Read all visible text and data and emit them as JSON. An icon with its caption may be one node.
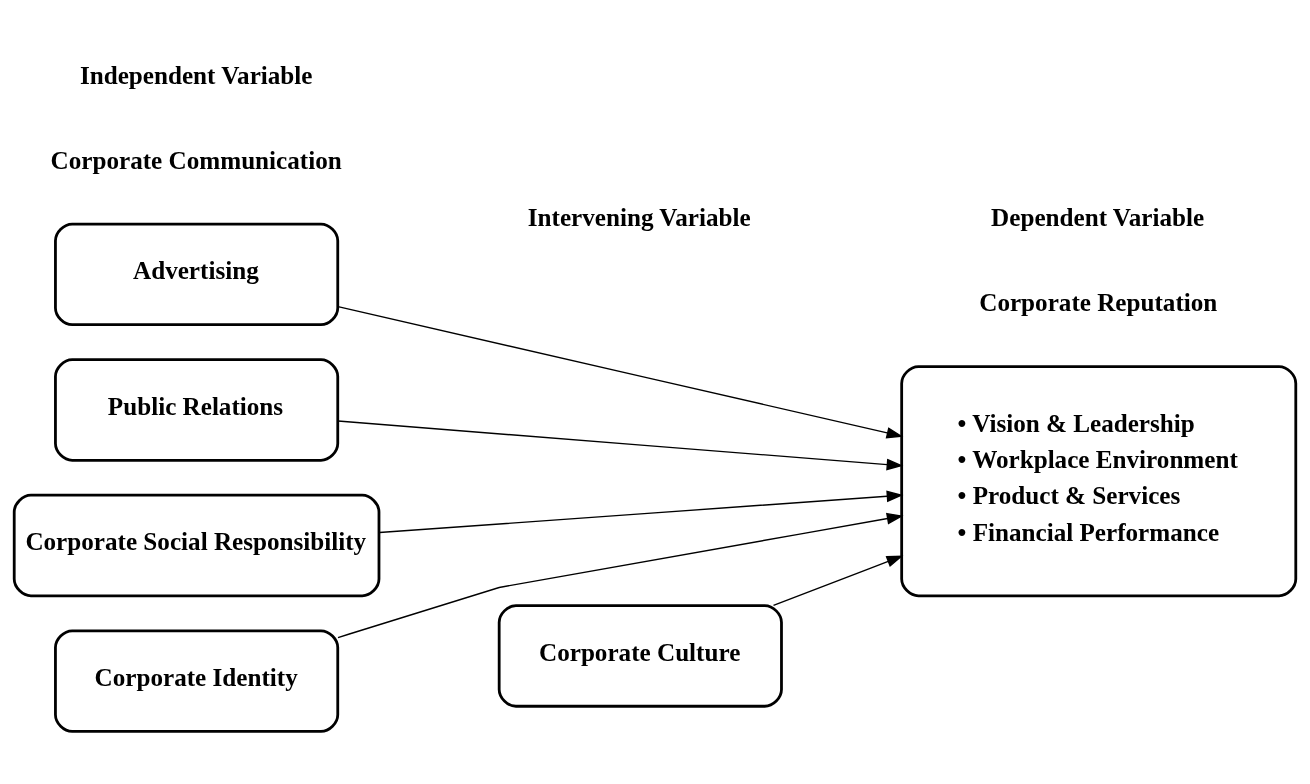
{
  "diagram": {
    "nodes": [
      {
        "text": [
          "Advertising"
        ]
      },
      {
        "text": [
          "Public Relations"
        ]
      },
      {
        "text": [
          "Corporate Social Responsibility"
        ]
      },
      {
        "text": [
          "Corporate Identity"
        ]
      },
      {
        "text": [
          "Corporate Culture"
        ]
      },
      {
        "text": [
          "• Vision & Leadership",
          "• Workplace Environment",
          "• Product & Services",
          "• Financial Performance"
        ]
      }
    ],
    "edges": [
      {
        "from": 0,
        "to": 5,
        "arrow": "to"
      },
      {
        "from": 1,
        "to": 5,
        "arrow": "to"
      },
      {
        "from": 2,
        "to": 5,
        "arrow": "to"
      },
      {
        "from": 3,
        "to": 5,
        "arrow": "to"
      },
      {
        "from": 4,
        "to": 5,
        "arrow": "to"
      }
    ],
    "labels": [
      "Independent Variable",
      "Intervening Variable",
      "Dependent Variable",
      "Corporate Communication",
      "Corporate Reputation"
    ]
  }
}
